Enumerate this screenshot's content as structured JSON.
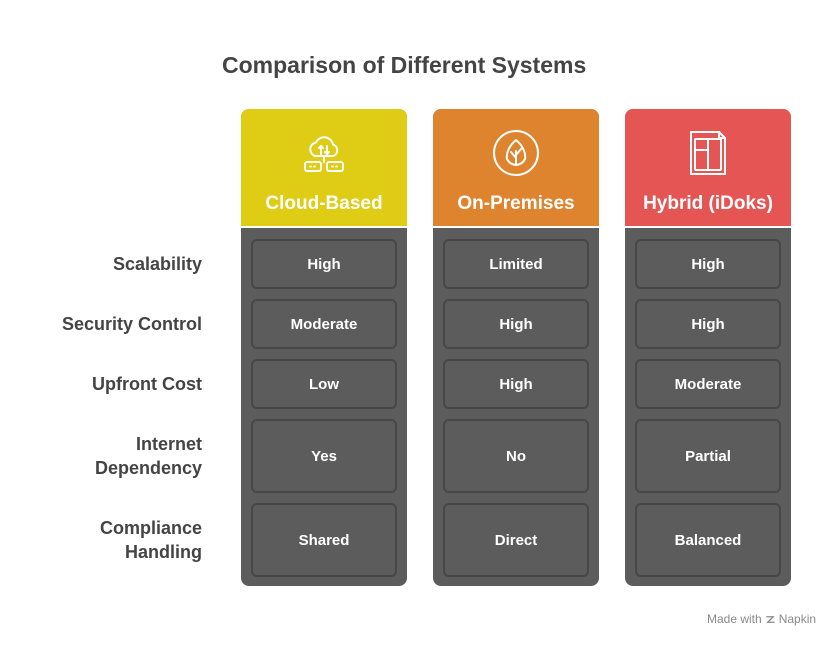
{
  "title": "Comparison of Different Systems",
  "rows": [
    "Scalability",
    "Security Control",
    "Upfront Cost",
    "Internet Dependency",
    "Compliance Handling"
  ],
  "columns": [
    {
      "name": "Cloud-Based",
      "color": "#dfcc15",
      "icon": "cloud-server-icon",
      "values": [
        "High",
        "Moderate",
        "Low",
        "Yes",
        "Shared"
      ]
    },
    {
      "name": "On-Premises",
      "color": "#df842e",
      "icon": "leaf-circle-icon",
      "values": [
        "Limited",
        "High",
        "High",
        "No",
        "Direct"
      ]
    },
    {
      "name": "Hybrid (iDoks)",
      "color": "#e45554",
      "icon": "document-icon",
      "values": [
        "High",
        "High",
        "Moderate",
        "Partial",
        "Balanced"
      ]
    }
  ],
  "footer": {
    "made_with": "Made with",
    "brand": "Napkin"
  }
}
